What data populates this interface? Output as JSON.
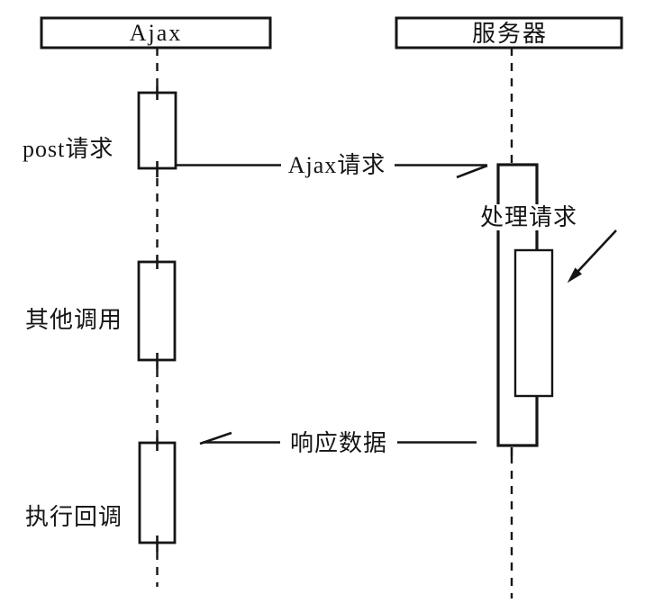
{
  "diagram": {
    "type": "sequence-diagram",
    "background_color": "#ffffff",
    "ink_color": "#151515",
    "actors": [
      {
        "id": "ajax",
        "label": "Ajax"
      },
      {
        "id": "server",
        "label": "服务器"
      }
    ],
    "client_step_labels": [
      {
        "id": "post-request",
        "label": "post请求"
      },
      {
        "id": "other-calls",
        "label": "其他调用"
      },
      {
        "id": "execute-callback",
        "label": "执行回调"
      }
    ],
    "server_step_label": {
      "id": "process-request",
      "label": "处理请求"
    },
    "messages": [
      {
        "id": "ajax-request",
        "label": "Ajax请求",
        "from": "Ajax",
        "to": "服务器",
        "direction": "right"
      },
      {
        "id": "response-data",
        "label": "响应数据",
        "from": "服务器",
        "to": "Ajax",
        "direction": "left"
      }
    ]
  }
}
